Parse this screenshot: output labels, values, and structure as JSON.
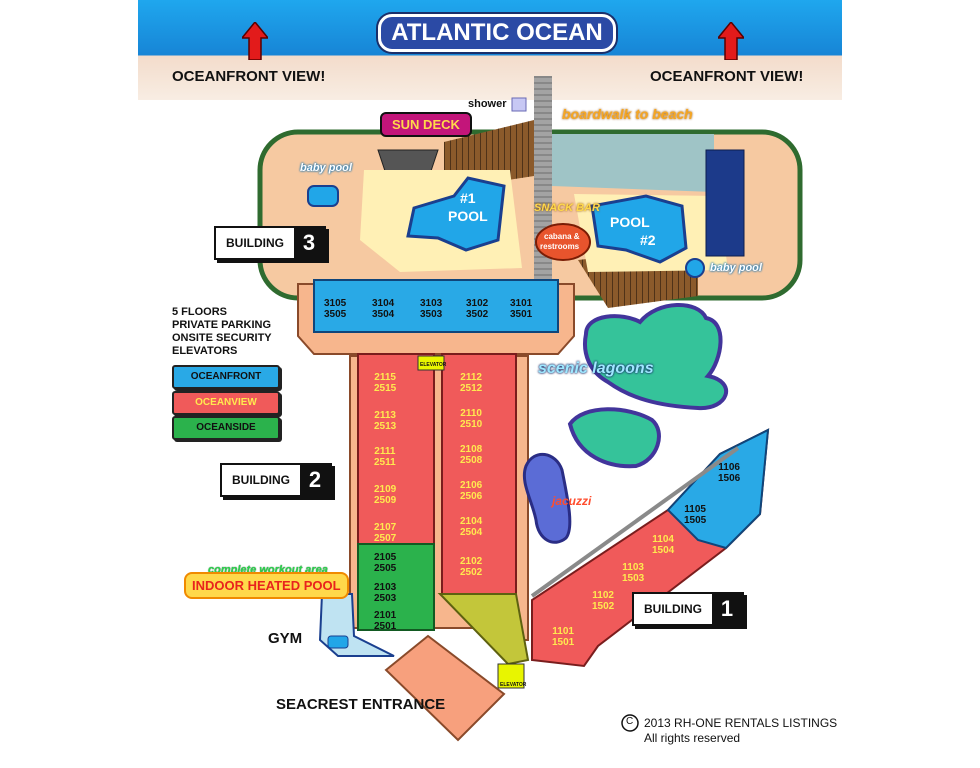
{
  "header": {
    "ocean": "ATLANTIC OCEAN",
    "oceanfront_left": "OCEANFRONT VIEW!",
    "oceanfront_right": "OCEANFRONT VIEW!"
  },
  "amenities": {
    "shower": "shower",
    "boardwalk": "boardwalk to beach",
    "sun_deck": "SUN DECK",
    "baby_pool_1": "baby pool",
    "baby_pool_2": "baby pool",
    "pool1_num": "#1",
    "pool1_word": "POOL",
    "pool2_num": "#2",
    "pool2_word": "POOL",
    "snack_bar": "SNACK BAR",
    "cabana_1": "cabana &",
    "cabana_2": "restrooms",
    "lagoons": "scenic lagoons",
    "jacuzzi": "jacuzzi",
    "workout": "complete workout area",
    "indoor_pool": "INDOOR HEATED POOL",
    "gym": "GYM",
    "entrance": "SEACREST ENTRANCE",
    "elevator": "ELEVATOR"
  },
  "buildings": {
    "b3_label": "BUILDING",
    "b3_num": "3",
    "b2_label": "BUILDING",
    "b2_num": "2",
    "b1_label": "BUILDING",
    "b1_num": "1"
  },
  "features": [
    "5 FLOORS",
    "PRIVATE PARKING",
    "ONSITE SECURITY",
    "ELEVATORS"
  ],
  "legend": {
    "oceanfront": "OCEANFRONT",
    "oceanview": "OCEANVIEW",
    "oceanside": "OCEANSIDE",
    "colors": {
      "oceanfront": "#29a9e6",
      "oceanview": "#f05a5a",
      "oceanside": "#2bb24c"
    }
  },
  "units": {
    "b3": [
      [
        "3105",
        "3505"
      ],
      [
        "3104",
        "3504"
      ],
      [
        "3103",
        "3503"
      ],
      [
        "3102",
        "3502"
      ],
      [
        "3101",
        "3501"
      ]
    ],
    "b2_left": [
      [
        "2115",
        "2515"
      ],
      [
        "2113",
        "2513"
      ],
      [
        "2111",
        "2511"
      ],
      [
        "2109",
        "2509"
      ],
      [
        "2107",
        "2507"
      ],
      [
        "2105",
        "2505"
      ],
      [
        "2103",
        "2503"
      ],
      [
        "2101",
        "2501"
      ]
    ],
    "b2_right": [
      [
        "2112",
        "2512"
      ],
      [
        "2110",
        "2510"
      ],
      [
        "2108",
        "2508"
      ],
      [
        "2106",
        "2506"
      ],
      [
        "2104",
        "2504"
      ],
      [
        "2102",
        "2502"
      ]
    ],
    "b1": [
      [
        "1106",
        "1506"
      ],
      [
        "1105",
        "1505"
      ],
      [
        "1104",
        "1504"
      ],
      [
        "1103",
        "1503"
      ],
      [
        "1102",
        "1502"
      ],
      [
        "1101",
        "1501"
      ]
    ]
  },
  "footer": {
    "copyright": "2013 RH-ONE RENTALS LISTINGS",
    "rights": "All rights reserved",
    "symbol": "C"
  }
}
